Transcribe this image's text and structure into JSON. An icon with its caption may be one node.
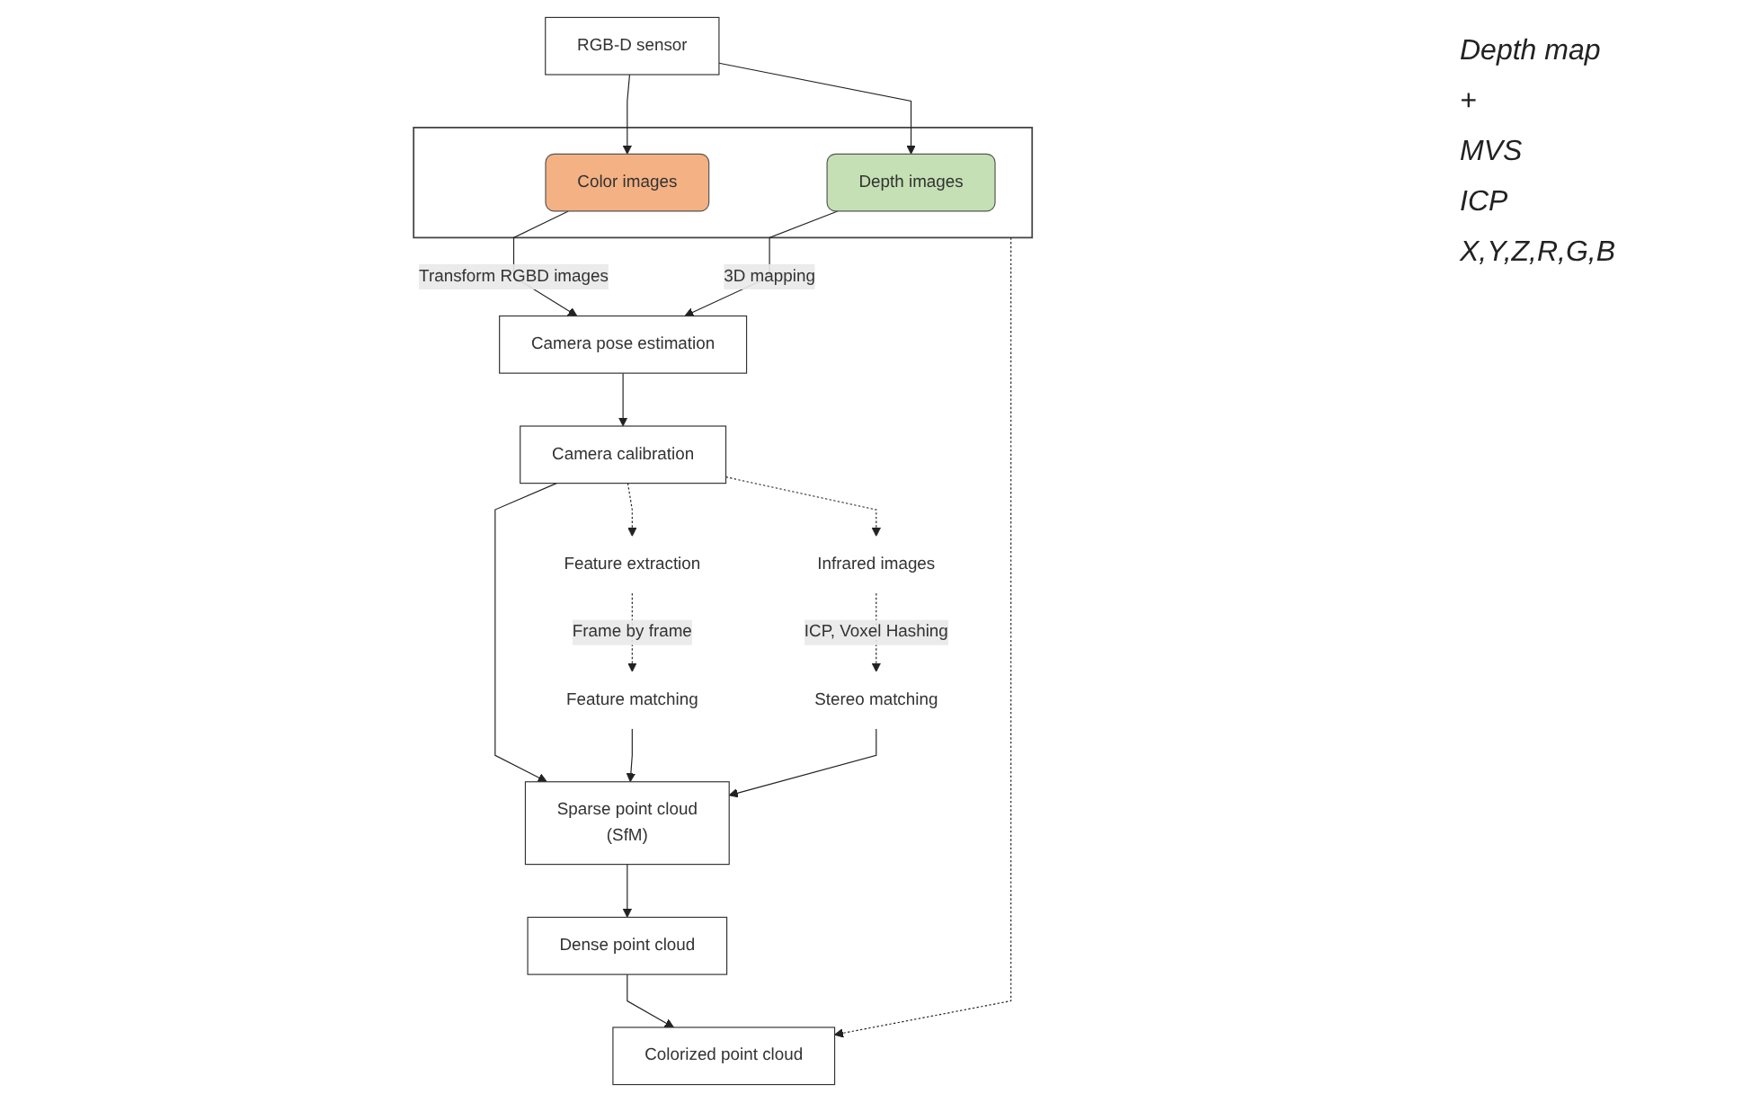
{
  "diagram": {
    "nodes": [
      {
        "text": [
          "RGB-D sensor"
        ]
      },
      {
        "text": [],
        "shape": "box"
      },
      {
        "text": [
          "Color images"
        ],
        "in": 1
      },
      {
        "text": [
          "Depth images"
        ],
        "in": 1
      },
      {
        "text": [
          "Camera pose estimation"
        ]
      },
      {
        "text": [
          "Camera calibration"
        ]
      },
      {
        "text": [
          "Feature extraction"
        ]
      },
      {
        "text": [
          "Infrared images"
        ]
      },
      {
        "text": [
          "Sparse point cloud",
          "(SfM)"
        ]
      },
      {
        "text": [
          "Feature matching"
        ]
      },
      {
        "text": [
          "Stereo matching"
        ]
      },
      {
        "text": [
          "Dense point cloud"
        ]
      },
      {
        "text": [
          "Colorized point cloud"
        ]
      }
    ],
    "edges": [
      {
        "from": 0,
        "to": 2,
        "arrow": "to"
      },
      {
        "from": 0,
        "to": 3,
        "arrow": "to"
      },
      {
        "from": 2,
        "to": 4,
        "arrow": "to",
        "label": "Transform RGBD images"
      },
      {
        "from": 3,
        "to": 4,
        "arrow": "to",
        "label": "3D mapping"
      },
      {
        "from": 4,
        "to": 5,
        "arrow": "to"
      },
      {
        "from": 5,
        "to": 6,
        "arrow": "to",
        "style": "dashed"
      },
      {
        "from": 5,
        "to": 7,
        "arrow": "to",
        "style": "dashed"
      },
      {
        "from": 5,
        "to": 8,
        "arrow": "to"
      },
      {
        "from": 6,
        "to": 9,
        "arrow": "to",
        "style": "dashed",
        "label": "Frame by frame"
      },
      {
        "from": 7,
        "to": 10,
        "arrow": "to",
        "style": "dashed",
        "label": "ICP, Voxel Hashing"
      },
      {
        "from": 9,
        "to": 8,
        "arrow": "to"
      },
      {
        "from": 10,
        "to": 8,
        "arrow": "to"
      },
      {
        "from": 8,
        "to": 11,
        "arrow": "to"
      },
      {
        "from": 11,
        "to": 12,
        "arrow": "to"
      },
      {
        "from": 1,
        "to": 12,
        "arrow": "to",
        "style": "dashed"
      }
    ],
    "labels": [
      "Depth map",
      "+",
      "MVS",
      "ICP",
      "X,Y,Z,R,G,B"
    ]
  }
}
